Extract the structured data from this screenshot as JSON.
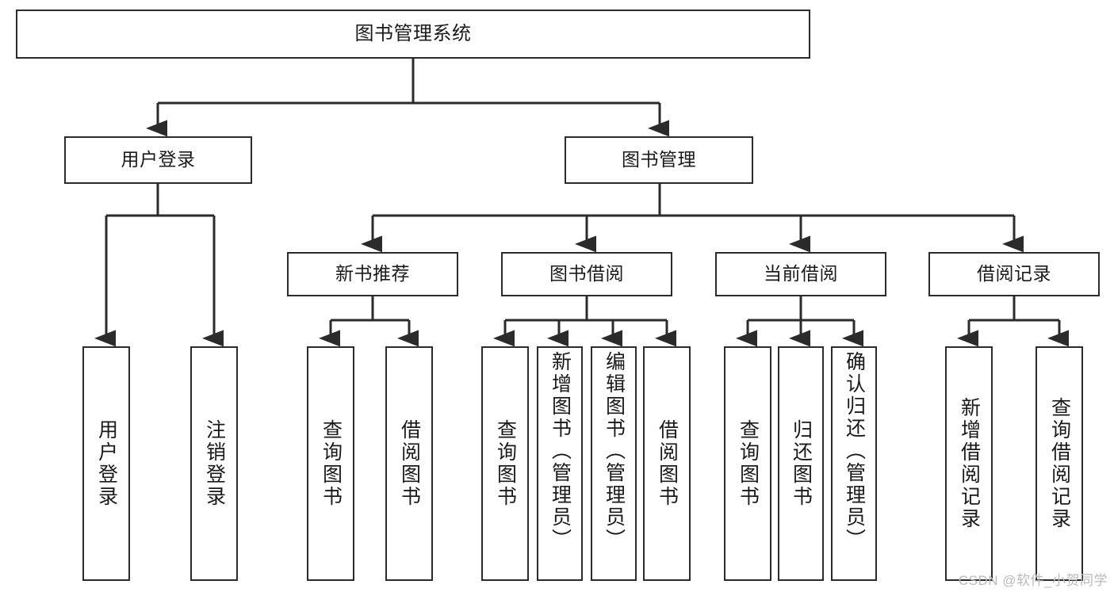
{
  "diagram": {
    "title": "图书管理系统",
    "type": "tree-hierarchy-diagram",
    "colors": {
      "box_border": "#2b2b2b",
      "box_fill": "#ffffff",
      "connector": "#2b2b2b",
      "background": "#ffffff",
      "watermark": "#b9b9b9"
    }
  },
  "nodes": {
    "root": {
      "label": "图书管理系统"
    },
    "level1": [
      {
        "label": "用户登录"
      },
      {
        "label": "图书管理"
      }
    ],
    "level2": [
      {
        "label": "新书推荐"
      },
      {
        "label": "图书借阅"
      },
      {
        "label": "当前借阅"
      },
      {
        "label": "借阅记录"
      }
    ],
    "leaves": {
      "user_login": [
        {
          "label": "用户登录"
        },
        {
          "label": "注销登录"
        }
      ],
      "new_book_recommend": [
        {
          "label": "查询图书"
        },
        {
          "label": "借阅图书"
        }
      ],
      "book_borrow": [
        {
          "label": "查询图书"
        },
        {
          "label": "新增图书（管理员）"
        },
        {
          "label": "编辑图书（管理员）"
        },
        {
          "label": "借阅图书"
        }
      ],
      "current_borrow": [
        {
          "label": "查询图书"
        },
        {
          "label": "归还图书"
        },
        {
          "label": "确认归还（管理员）"
        }
      ],
      "borrow_record": [
        {
          "label": "新增借阅记录"
        },
        {
          "label": "查询借阅记录"
        }
      ]
    }
  },
  "watermark": {
    "text": "CSDN @软件_小贺同学"
  }
}
